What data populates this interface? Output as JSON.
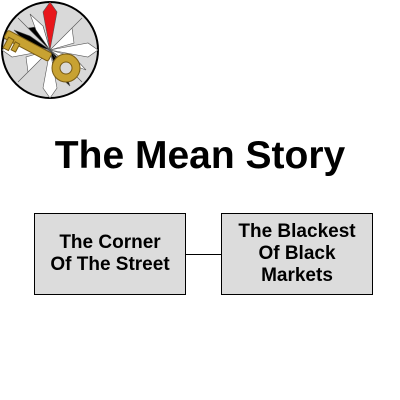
{
  "diagram": {
    "title": "The Mean Story",
    "nodes": [
      {
        "label": "The Corner Of The Street"
      },
      {
        "label": "The Blackest Of Black Markets"
      }
    ],
    "edges": [
      {
        "from": 0,
        "to": 1
      }
    ]
  },
  "logo": {
    "icon": "compass-star-with-golden-key-icon",
    "colors": {
      "star_red": "#e8161b",
      "key_gold": "#c8a232",
      "circle_fill": "#d9d9d9",
      "star_black": "#000000"
    }
  },
  "colors": {
    "node_fill": "#dcdcdc",
    "node_border": "#000000",
    "text": "#000000",
    "background": "#ffffff"
  }
}
